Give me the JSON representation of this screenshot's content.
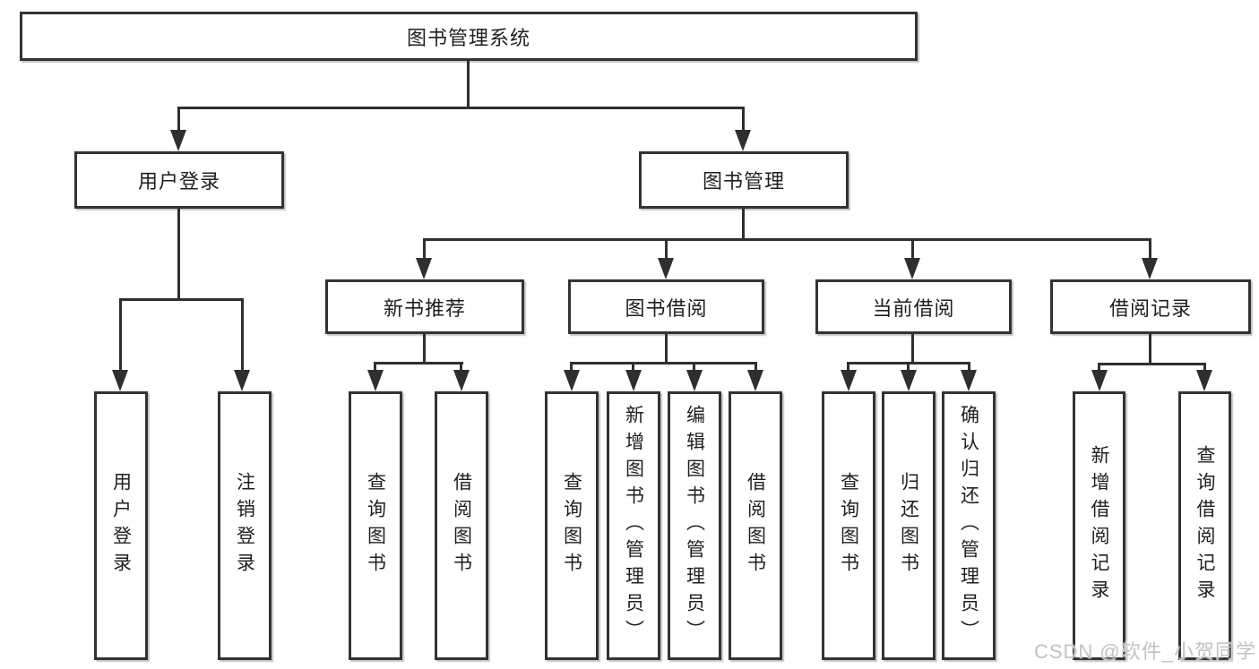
{
  "diagram": {
    "title": "图书管理系统",
    "root": {
      "label": "图书管理系统"
    },
    "level2": {
      "user_login": {
        "label": "用户登录"
      },
      "book_management": {
        "label": "图书管理"
      }
    },
    "user_login_children": [
      {
        "label": "用户登录"
      },
      {
        "label": "注销登录"
      }
    ],
    "book_management_children": [
      {
        "label": "新书推荐"
      },
      {
        "label": "图书借阅"
      },
      {
        "label": "当前借阅"
      },
      {
        "label": "借阅记录"
      }
    ],
    "new_book_children": [
      {
        "label": "查询图书"
      },
      {
        "label": "借阅图书"
      }
    ],
    "book_borrow_children": [
      {
        "label": "查询图书"
      },
      {
        "label": "新增图书（管理员）"
      },
      {
        "label": "编辑图书（管理员）"
      },
      {
        "label": "借阅图书"
      }
    ],
    "current_borrow_children": [
      {
        "label": "查询图书"
      },
      {
        "label": "归还图书"
      },
      {
        "label": "确认归还（管理员）"
      }
    ],
    "borrow_record_children": [
      {
        "label": "新增借阅记录"
      },
      {
        "label": "查询借阅记录"
      }
    ]
  },
  "watermark": {
    "text": "CSDN @软件_小贺同学"
  },
  "colors": {
    "line": "#2f2f2f",
    "box_border": "#333333",
    "text": "#1f1f1f",
    "background": "#ffffff",
    "watermark": "#c2c2c2"
  }
}
